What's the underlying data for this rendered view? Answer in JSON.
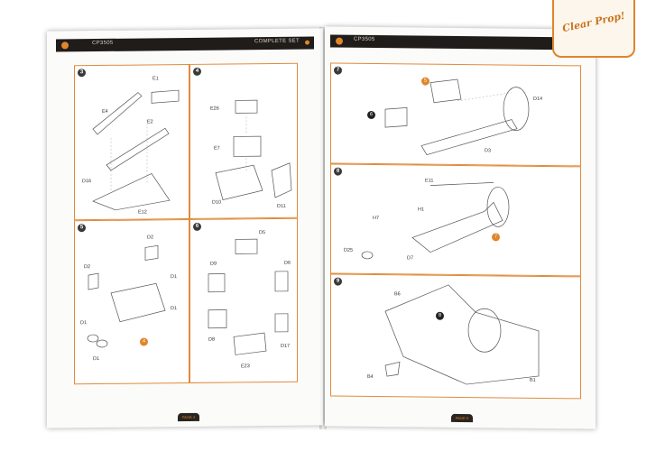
{
  "left_header": {
    "code": "CP3505",
    "title": "COMPLETE SET"
  },
  "right_header": {
    "code": "CP3505"
  },
  "logo": {
    "text": "Clear Prop!"
  },
  "left_panels": [
    {
      "step": "3",
      "labels": [
        "E1",
        "E4",
        "E2",
        "D16",
        "E12"
      ]
    },
    {
      "step": "4",
      "labels": [
        "E26",
        "E7",
        "D10",
        "D11"
      ]
    },
    {
      "step": "5",
      "labels": [
        "D2",
        "D2",
        "D1",
        "D1",
        "D1",
        "D1",
        "4"
      ]
    },
    {
      "step": "6",
      "labels": [
        "D9",
        "D5",
        "D6",
        "D8",
        "D17",
        "E23"
      ]
    }
  ],
  "right_panels": [
    {
      "step": "7",
      "labels": [
        "5",
        "6",
        "D14",
        "D3"
      ]
    },
    {
      "step": "8",
      "labels": [
        "E11",
        "H1",
        "H7",
        "D25",
        "D7",
        "7"
      ]
    },
    {
      "step": "9",
      "labels": [
        "B6",
        "8",
        "B4",
        "B1"
      ]
    }
  ],
  "footer": {
    "left_page": "PAGE 4",
    "right_page": "PAGE 5"
  },
  "colors": {
    "accent": "#e08b3b",
    "header": "#1f1c1a"
  }
}
